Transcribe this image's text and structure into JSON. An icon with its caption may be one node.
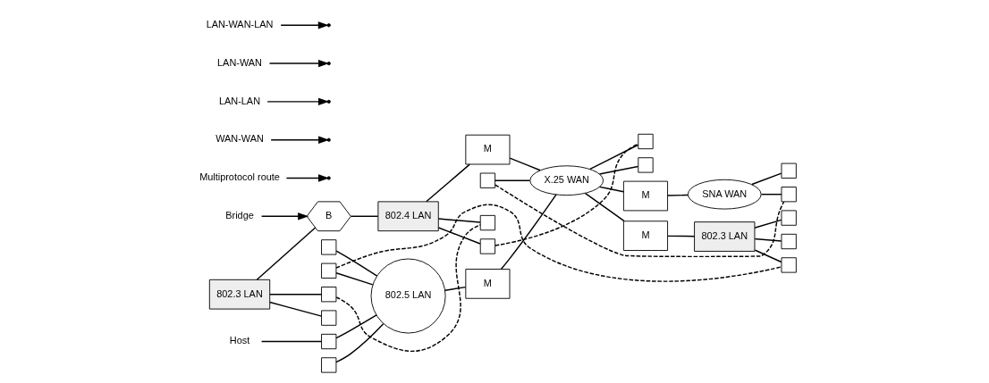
{
  "diagram": {
    "nodes": [
      {
        "text": [],
        "shape": "box"
      },
      {
        "text": [
          "Host"
        ]
      },
      {
        "text": [],
        "shape": "box"
      },
      {
        "text": [],
        "shape": "box"
      },
      {
        "text": [
          "802.5 LAN"
        ]
      },
      {
        "text": [],
        "shape": "box"
      },
      {
        "text": [
          "Multiprotocol route"
        ]
      },
      {
        "text": [
          "WAN-WAN"
        ]
      },
      {
        "text": [],
        "shape": "box"
      },
      {
        "text": [],
        "shape": "box"
      },
      {
        "text": [
          "M"
        ]
      },
      {
        "text": [
          "M"
        ]
      },
      {
        "text": [
          "SNA WAN"
        ]
      },
      {
        "text": [],
        "shape": "box"
      },
      {
        "text": [
          "Bridge"
        ]
      },
      {
        "text": [
          "802.3 LAN"
        ]
      },
      {
        "text": [
          "B"
        ]
      },
      {
        "text": [
          "802.4 LAN"
        ]
      },
      {
        "text": [
          "M"
        ]
      },
      {
        "text": [
          "X.25 WAN"
        ]
      },
      {
        "text": [
          "M"
        ]
      },
      {
        "text": [
          "802.3 LAN"
        ]
      },
      {
        "text": [
          "LAN-LAN"
        ]
      },
      {
        "text": [
          "LAN-WAN"
        ]
      },
      {
        "text": [
          "LAN-WAN-LAN"
        ]
      },
      {
        "text": [],
        "shape": "box"
      },
      {
        "text": [],
        "shape": "box"
      },
      {
        "text": [],
        "shape": "box"
      },
      {
        "text": [],
        "shape": "box"
      },
      {
        "text": [],
        "shape": "box"
      },
      {
        "text": [],
        "shape": "box"
      },
      {
        "text": [],
        "shape": "box"
      },
      {
        "text": [],
        "shape": "box"
      },
      {
        "text": [],
        "shape": "box"
      }
    ],
    "edges": [
      {
        "from": 0,
        "to": 4,
        "arrow": "none"
      },
      {
        "from": 2,
        "to": 4,
        "arrow": "none"
      },
      {
        "from": 3,
        "to": 4,
        "arrow": "none"
      },
      {
        "from": 5,
        "to": 4,
        "arrow": "none"
      },
      {
        "from": 1,
        "to": 2,
        "arrow": "none"
      },
      {
        "from": 4,
        "to": 10,
        "arrow": "none"
      },
      {
        "from": 10,
        "to": 19,
        "arrow": "none"
      },
      {
        "from": 19,
        "to": 11,
        "arrow": "none"
      },
      {
        "from": 11,
        "to": 12,
        "arrow": "none"
      },
      {
        "from": 12,
        "to": 8,
        "arrow": "none"
      },
      {
        "from": 12,
        "to": 9,
        "arrow": "none"
      },
      {
        "from": 13,
        "to": 19,
        "arrow": "none"
      },
      {
        "from": 15,
        "to": 16,
        "arrow": "none"
      },
      {
        "from": 16,
        "to": 17,
        "arrow": "none"
      },
      {
        "from": 17,
        "to": 18,
        "arrow": "none"
      },
      {
        "from": 18,
        "to": 19,
        "arrow": "none"
      },
      {
        "from": 19,
        "to": 20,
        "arrow": "none"
      },
      {
        "from": 20,
        "to": 21,
        "arrow": "none"
      },
      {
        "from": 15,
        "to": 25,
        "arrow": "none"
      },
      {
        "from": 15,
        "to": 26,
        "arrow": "none"
      },
      {
        "from": 17,
        "to": 27,
        "arrow": "none"
      },
      {
        "from": 17,
        "to": 28,
        "arrow": "none"
      },
      {
        "from": 19,
        "to": 29,
        "arrow": "none"
      },
      {
        "from": 19,
        "to": 30,
        "arrow": "none"
      },
      {
        "from": 21,
        "to": 31,
        "arrow": "none"
      },
      {
        "from": 21,
        "to": 32,
        "arrow": "none"
      },
      {
        "from": 21,
        "to": 33,
        "arrow": "none"
      },
      {
        "from": 14,
        "to": 16,
        "arrow": "to"
      },
      {
        "from": 6,
        "to": null,
        "arrow": "to"
      },
      {
        "from": 7,
        "to": null,
        "arrow": "to"
      },
      {
        "from": 22,
        "to": null,
        "arrow": "to"
      },
      {
        "from": 23,
        "to": null,
        "arrow": "to"
      },
      {
        "from": 24,
        "to": null,
        "arrow": "to"
      },
      {
        "from": 26,
        "to": 27,
        "arrow": "none",
        "style": "dashed"
      },
      {
        "from": 28,
        "to": 29,
        "arrow": "none",
        "style": "dashed"
      },
      {
        "from": 3,
        "to": 31,
        "arrow": "none",
        "style": "dashed"
      },
      {
        "from": 13,
        "to": 8,
        "arrow": "none",
        "style": "dashed"
      }
    ]
  }
}
